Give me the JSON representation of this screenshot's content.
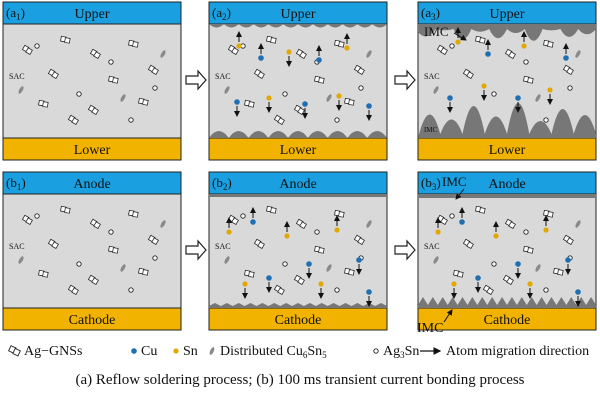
{
  "colors": {
    "band_blue": "#1a9fe0",
    "band_orange": "#f2b200",
    "body_gray": "#d9d9d9",
    "imc_gray": "#777777",
    "cu_blue": "#1f6fb2",
    "sn_gold": "#e0a800",
    "cu6sn5_gray": "#8a8a8a",
    "arrow": "#111111"
  },
  "panels": [
    {
      "tag": "a",
      "sub": "1",
      "top": "Upper",
      "bottom": "Lower",
      "label_sac": "SAC",
      "imc_labels": []
    },
    {
      "tag": "a",
      "sub": "2",
      "top": "Upper",
      "bottom": "Lower",
      "label_sac": "SAC",
      "imc_labels": []
    },
    {
      "tag": "a",
      "sub": "3",
      "top": "Upper",
      "bottom": "Lower",
      "label_sac": "SAC",
      "imc_labels": [
        "IMC",
        "IMC"
      ]
    },
    {
      "tag": "b",
      "sub": "1",
      "top": "Anode",
      "bottom": "Cathode",
      "label_sac": "SAC",
      "imc_labels": []
    },
    {
      "tag": "b",
      "sub": "2",
      "top": "Anode",
      "bottom": "Cathode",
      "label_sac": "SAC",
      "imc_labels": []
    },
    {
      "tag": "b",
      "sub": "3",
      "top": "Anode",
      "bottom": "Cathode",
      "label_sac": "SAC",
      "imc_labels": [
        "IMC",
        "IMC"
      ]
    }
  ],
  "legend": {
    "ag_gnss": "Ag−GNSs",
    "cu": "Cu",
    "sn": "Sn",
    "cu6sn5_prefix": "Distributed Cu",
    "cu6sn5_sub1": "6",
    "cu6sn5_mid": "Sn",
    "cu6sn5_sub2": "5",
    "ag3sn_prefix": "Ag",
    "ag3sn_sub": "3",
    "ag3sn_suffix": "Sn",
    "arrow_text": "Atom migration direction"
  },
  "caption": "(a) Reflow soldering process; (b) 100 ms transient current bonding process"
}
